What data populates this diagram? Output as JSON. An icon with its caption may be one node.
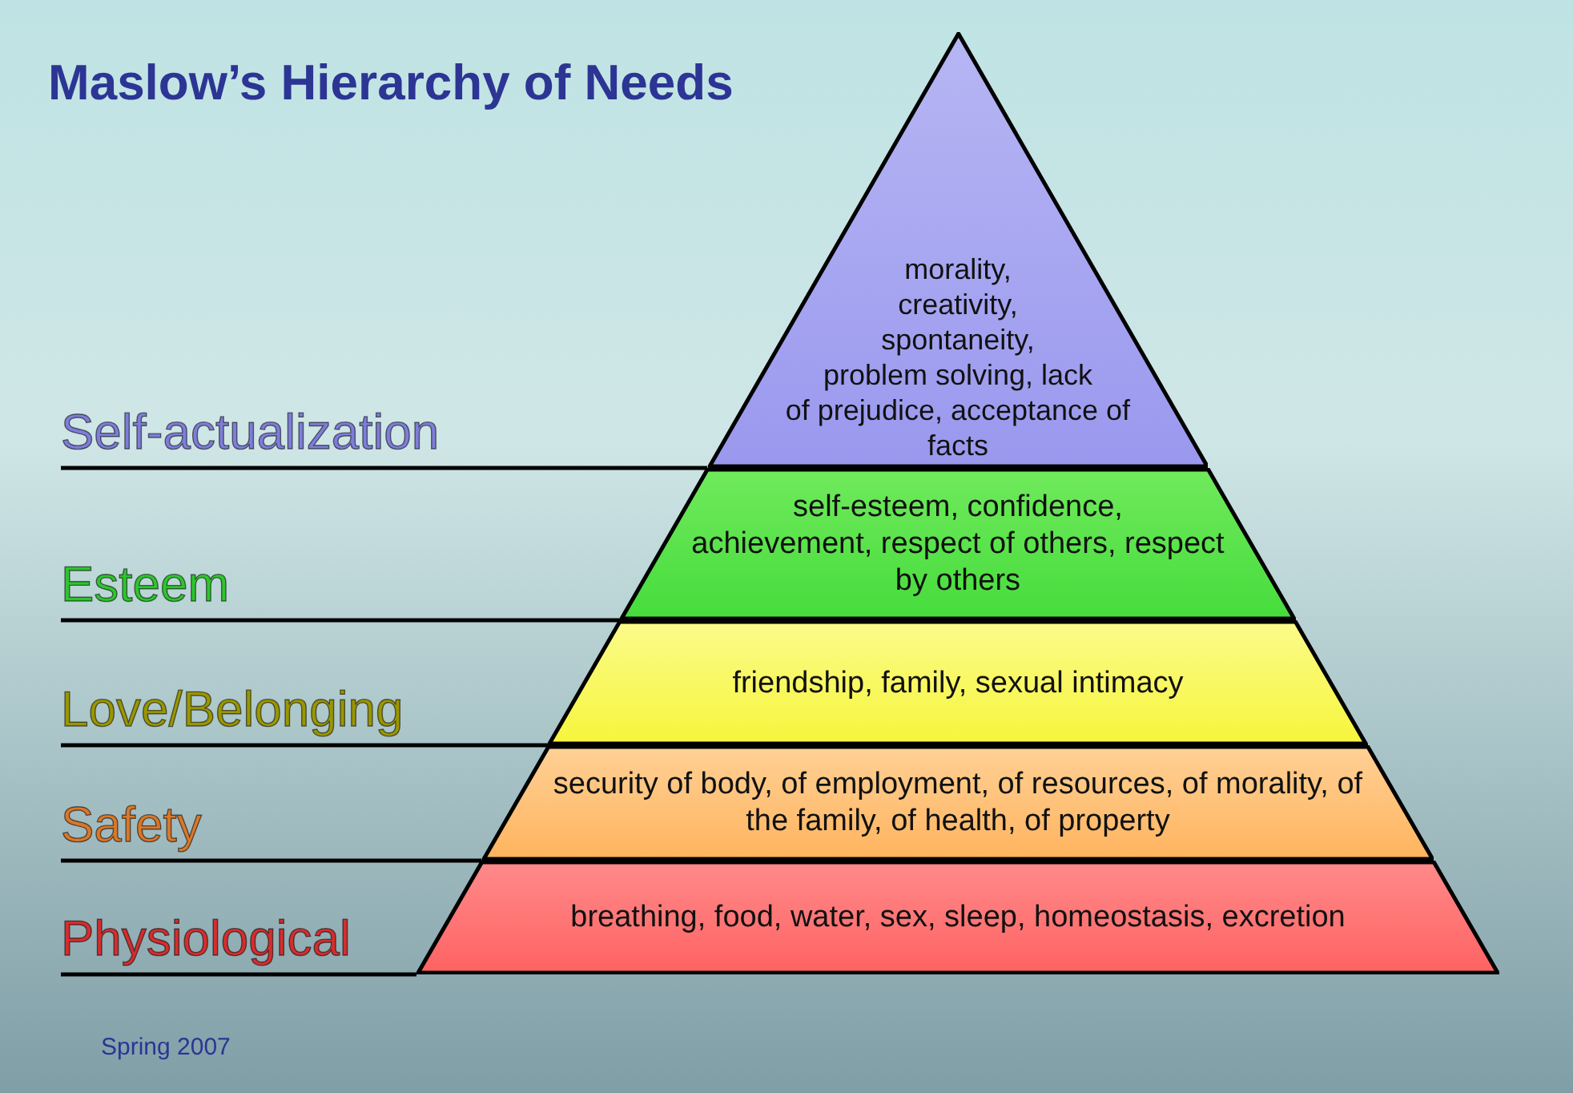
{
  "diagram": {
    "title": "Maslow’s Hierarchy of Needs",
    "caption": "Spring 2007",
    "nodes": [
      {
        "text": [
          "morality, creativity, spontaneity, problem solving, lack of prejudice, acceptance of facts"
        ]
      },
      {
        "text": [
          "self-esteem, confidence, achievement, respect of others, respect by others"
        ]
      },
      {
        "text": [
          "friendship, family, sexual intimacy"
        ]
      },
      {
        "text": [
          "security of body, of employment, of resources, of morality, of the family, of health, of property"
        ]
      },
      {
        "text": [
          "breathing, food, water, sex, sleep, homeostasis, excretion"
        ]
      },
      {
        "text": [
          "Self-actualization"
        ]
      },
      {
        "text": [
          "Esteem"
        ]
      },
      {
        "text": [
          "Love/Belonging"
        ]
      },
      {
        "text": [
          "Safety"
        ]
      },
      {
        "text": [
          "Physiological"
        ]
      }
    ],
    "edges": [
      {
        "from": 5,
        "to": 0,
        "arrow": "none"
      },
      {
        "from": 6,
        "to": 1,
        "arrow": "none"
      },
      {
        "from": 7,
        "to": 2,
        "arrow": "none"
      },
      {
        "from": 8,
        "to": 3,
        "arrow": "none"
      },
      {
        "from": 9,
        "to": 4,
        "arrow": "none"
      }
    ]
  }
}
